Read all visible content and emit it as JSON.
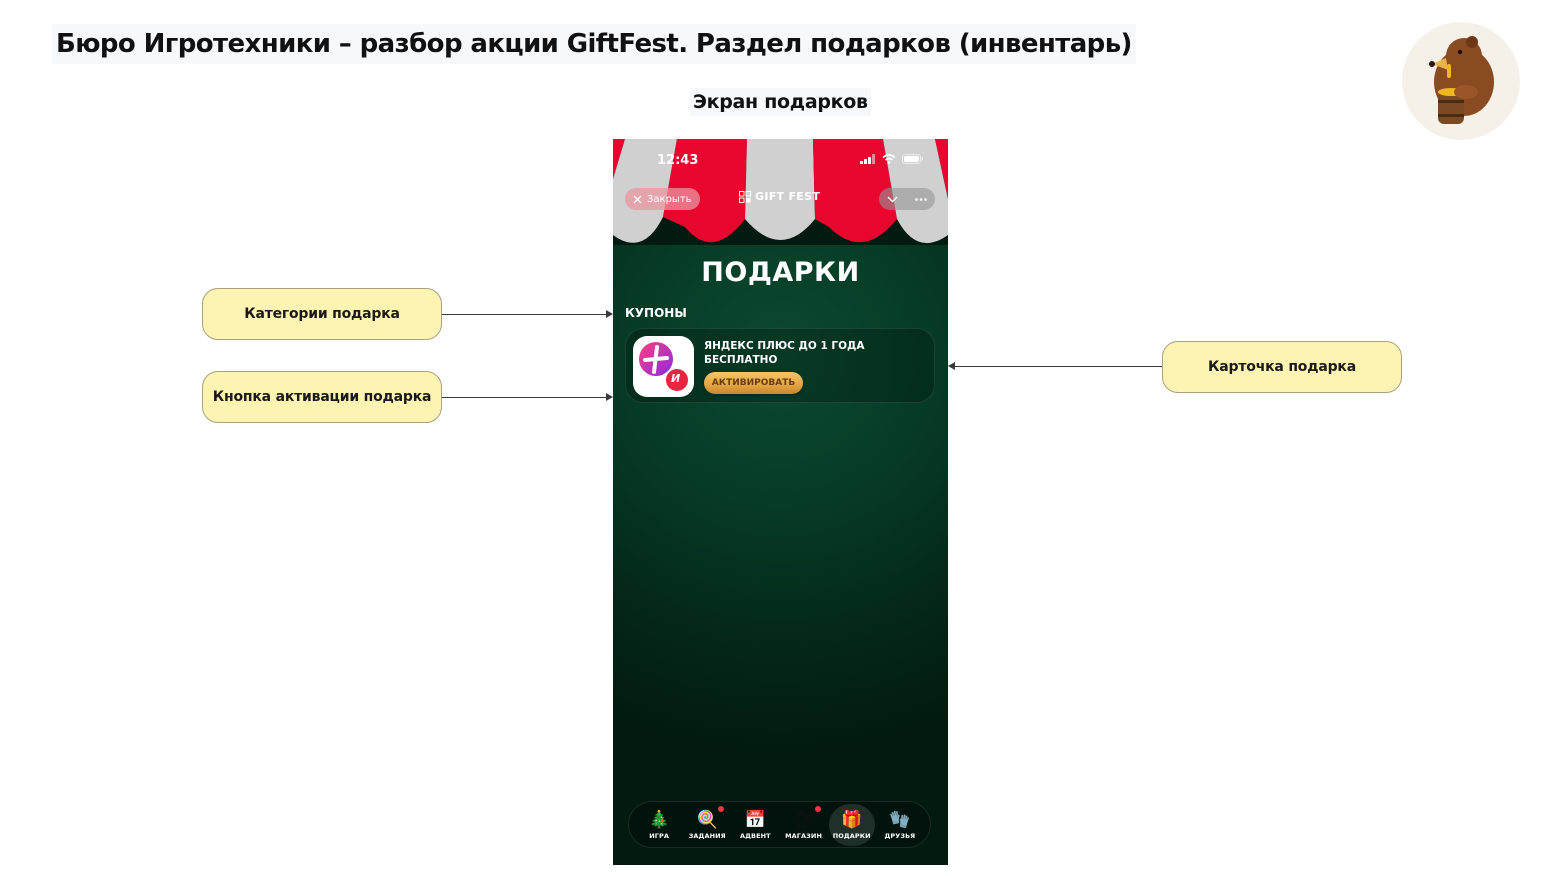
{
  "header": {
    "title": "Бюро Игротехники – разбор акции GiftFest. Раздел подарков (инвентарь)",
    "screen_title": "Экран подарков",
    "logo": "bear-with-honey-barrel-logo"
  },
  "callouts": [
    {
      "label": "Категории подарка"
    },
    {
      "label": "Кнопка активации подарка"
    },
    {
      "label": "Карточка подарка"
    }
  ],
  "phone": {
    "status_bar": {
      "time": "12:43",
      "icons": [
        "signal-icon",
        "wifi-icon",
        "battery-icon"
      ]
    },
    "top_bar": {
      "close_label": "Закрыть",
      "brand": "GIFT FEST",
      "chevron": "chevron-down-icon",
      "more": "more-icon"
    },
    "page_title": "ПОДАРКИ",
    "sections": [
      {
        "label": "КУПОНЫ",
        "items": [
          {
            "title": "ЯНДЕКС ПЛЮС ДО 1 ГОДА БЕСПЛАТНО",
            "button": "АКТИВИРОВАТЬ",
            "badge": "И"
          }
        ]
      }
    ],
    "bottom_nav": [
      {
        "label": "ИГРА",
        "icon": "christmas-tree-icon",
        "badge": false,
        "active": false
      },
      {
        "label": "ЗАДАНИЯ",
        "icon": "candy-cane-icon",
        "badge": true,
        "active": false
      },
      {
        "label": "АДВЕНТ",
        "icon": "calendar-icon",
        "badge": false,
        "active": false
      },
      {
        "label": "МАГАЗИН",
        "icon": "shopping-bag-icon",
        "badge": true,
        "active": false
      },
      {
        "label": "ПОДАРКИ",
        "icon": "gift-icon",
        "badge": false,
        "active": true
      },
      {
        "label": "ДРУЗЬЯ",
        "icon": "mittens-icon",
        "badge": false,
        "active": false
      }
    ]
  },
  "colors": {
    "awning_red": "#e8062f",
    "awning_gray": "#d0d0d0",
    "background_green": "#063a24",
    "callout_fill": "#fdf3b3",
    "activate_gold": "#e3a442",
    "badge_red": "#e8383f"
  }
}
